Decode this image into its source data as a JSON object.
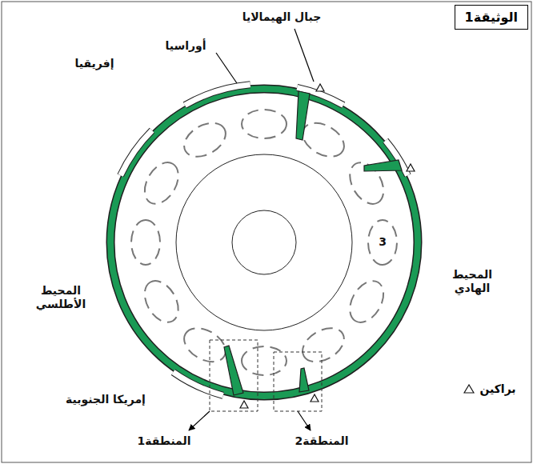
{
  "diagram": {
    "title": "الوثيقة1",
    "labels": [
      "أوراسيا",
      "جبال الهيمالايا",
      "إفريقيا",
      "3",
      "المحيط الهادي",
      "المحيط الأطلسي",
      "إمريكا الجنوبية",
      "المنطقة1",
      "المنطقة2"
    ],
    "legend": [
      {
        "text": "براكين"
      }
    ]
  }
}
